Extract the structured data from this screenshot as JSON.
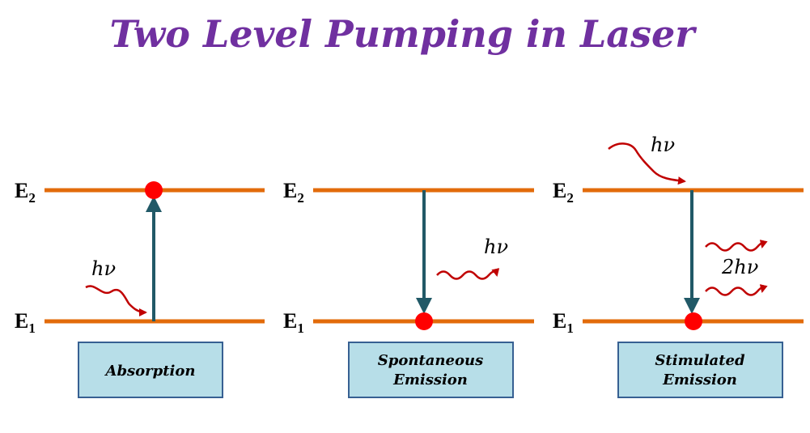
{
  "title": "Two Level Pumping in Laser",
  "colors": {
    "title": "#7030a0",
    "level": "#e26b0a",
    "arrow": "#215967",
    "photon": "#c00000",
    "electron": "#ff0000",
    "box_fill": "#b7dee8",
    "box_stroke": "#376092"
  },
  "panels": [
    {
      "upper_level": "E",
      "upper_sub": "2",
      "lower_level": "E",
      "lower_sub": "1",
      "photon_label": "hν",
      "box_lines": [
        "Absorption"
      ]
    },
    {
      "upper_level": "E",
      "upper_sub": "2",
      "lower_level": "E",
      "lower_sub": "1",
      "photon_label": "hν",
      "box_lines": [
        "Spontaneous",
        "Emission"
      ]
    },
    {
      "upper_level": "E",
      "upper_sub": "2",
      "lower_level": "E",
      "lower_sub": "1",
      "photon_label": "hν",
      "photon_label_2": "2hν",
      "box_lines": [
        "Stimulated",
        "Emission"
      ]
    }
  ]
}
